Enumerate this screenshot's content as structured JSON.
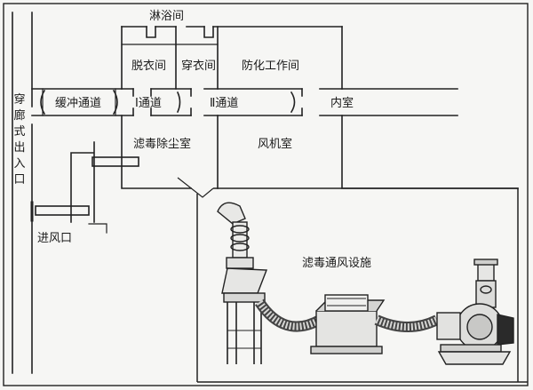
{
  "rooms": {
    "shower": "淋浴间",
    "undress": "脱衣间",
    "dress": "穿衣间",
    "workroom": "防化工作间",
    "buffer": "缓冲通道",
    "passage1": "Ⅰ通道",
    "passage2": "Ⅱ通道",
    "inner": "内室",
    "decon": "滤毒除尘室",
    "fan": "风机室",
    "entrance": "穿廊式出入口",
    "intake": "进风口"
  },
  "inset": {
    "title": "滤毒通风设施"
  }
}
